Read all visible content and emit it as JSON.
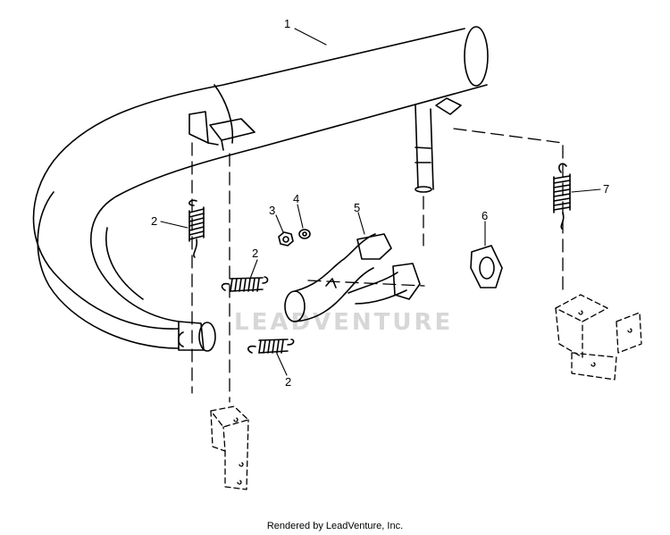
{
  "diagram": {
    "watermark_text": "LEADVENTURE",
    "callouts": {
      "p1": "1",
      "p2a": "2",
      "p2b": "2",
      "p2c": "2",
      "p3": "3",
      "p4": "4",
      "p5": "5",
      "p6": "6",
      "p7": "7"
    }
  },
  "footer": {
    "credit": "Rendered by LeadVenture, Inc."
  }
}
